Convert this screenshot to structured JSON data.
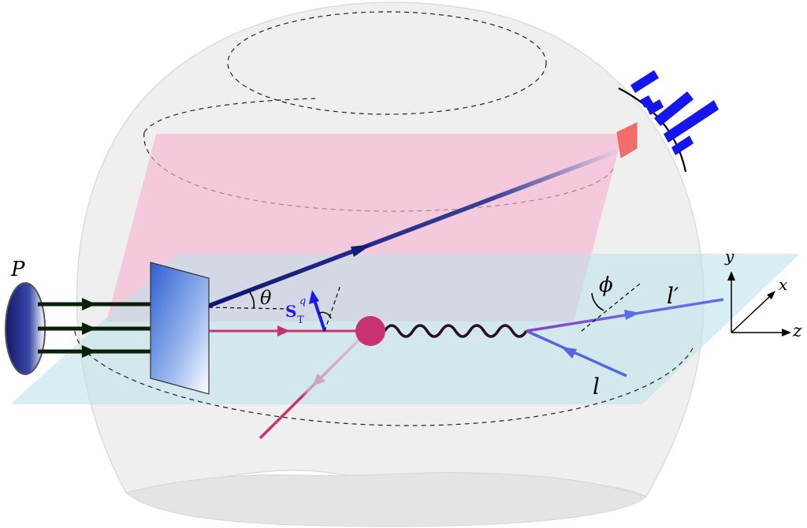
{
  "labels": {
    "beam": "P",
    "theta": "θ",
    "phi": "ϕ",
    "spin_main": "S",
    "spin_sub": "T",
    "spin_sup": "q",
    "lepton_in": "l",
    "lepton_out": "l′",
    "axis_x": "x",
    "axis_y": "y",
    "axis_z": "z"
  },
  "colors": {
    "sphere_fill": "#eeeeee",
    "hadron_plane": "#f4b3cf",
    "lepton_plane": "#bfe3ea",
    "quark": "#c8326e",
    "hadron_track": "#141c7a",
    "lepton": "#5566dd",
    "detector": "#f36d6d",
    "histogram": "#1515ee"
  }
}
